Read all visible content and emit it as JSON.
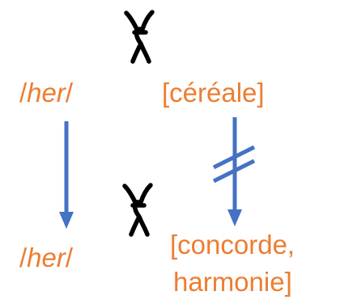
{
  "top_row": {
    "phonetic": {
      "slash_open": "/",
      "sound": "her",
      "slash_close": "/"
    },
    "meaning": "[céréale]"
  },
  "bottom_row": {
    "phonetic": {
      "slash_open": "/",
      "sound": "her",
      "slash_close": "/"
    },
    "meaning_line1": "[concorde,",
    "meaning_line2": "harmonie]"
  },
  "glyph_name": "rune-glyph",
  "colors": {
    "label": "#ED7D31",
    "arrow": "#4472C4",
    "glyph": "#000000"
  },
  "relations": {
    "sound_preserved": true,
    "meaning_preserved": false
  }
}
